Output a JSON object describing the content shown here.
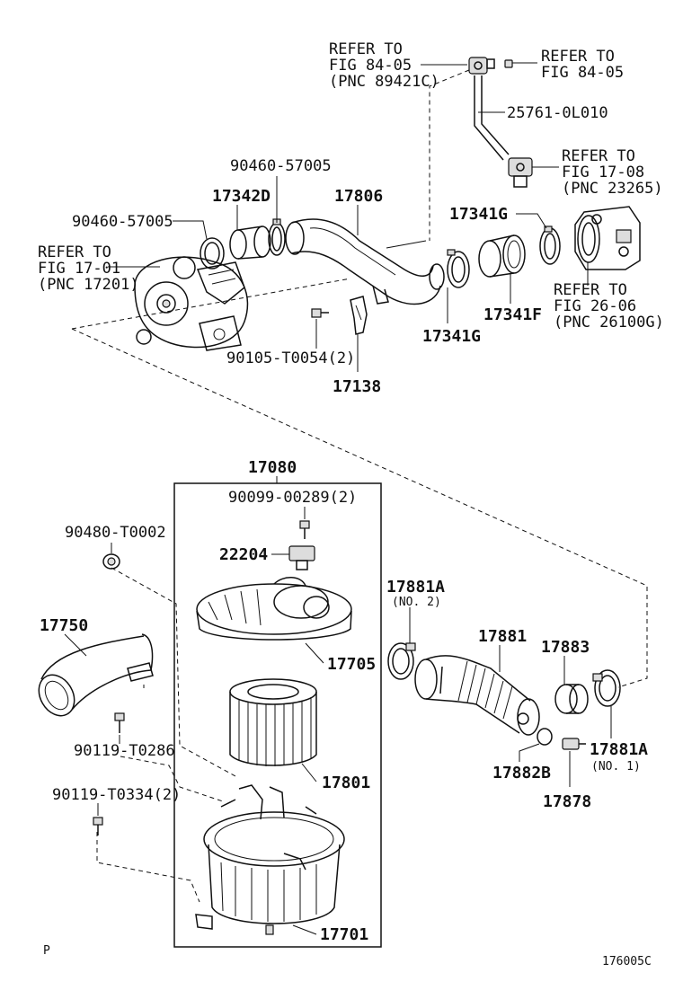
{
  "labels": {
    "refer_fig84_05_a_l1": "REFER TO",
    "refer_fig84_05_a_l2": "FIG 84-05",
    "refer_fig84_05_a_l3": "(PNC 89421C)",
    "refer_fig84_05_b_l1": "REFER TO",
    "refer_fig84_05_b_l2": "FIG 84-05",
    "pn_25761": "25761-0L010",
    "refer_fig17_08_l1": "REFER TO",
    "refer_fig17_08_l2": "FIG 17-08",
    "refer_fig17_08_l3": "(PNC 23265)",
    "pn_90460_top": "90460-57005",
    "pn_17342d": "17342D",
    "pn_17806": "17806",
    "pn_17341g_top": "17341G",
    "pn_90460_left": "90460-57005",
    "refer_fig17_01_l1": "REFER TO",
    "refer_fig17_01_l2": "FIG 17-01",
    "refer_fig17_01_l3": "(PNC 17201)",
    "refer_fig26_06_l1": "REFER TO",
    "refer_fig26_06_l2": "FIG 26-06",
    "refer_fig26_06_l3": "(PNC 26100G)",
    "pn_17341f": "17341F",
    "pn_17341g_bottom": "17341G",
    "pn_90105": "90105-T0054(2)",
    "pn_17138": "17138",
    "pn_17080": "17080",
    "pn_90099": "90099-00289(2)",
    "pn_90480": "90480-T0002",
    "pn_22204": "22204",
    "pn_17881a_top": "17881A",
    "pn_17881a_top_note": "(NO. 2)",
    "pn_17750": "17750",
    "pn_17881": "17881",
    "pn_17883": "17883",
    "pn_17705": "17705",
    "pn_90119_t0286": "90119-T0286",
    "pn_17882b": "17882B",
    "pn_17881a_bottom": "17881A",
    "pn_17881a_bottom_note": "(NO. 1)",
    "pn_17801": "17801",
    "pn_17878": "17878",
    "pn_90119_t0334": "90119-T0334(2)",
    "pn_17701": "17701",
    "corner_p": "P",
    "figure_code": "176005C"
  }
}
